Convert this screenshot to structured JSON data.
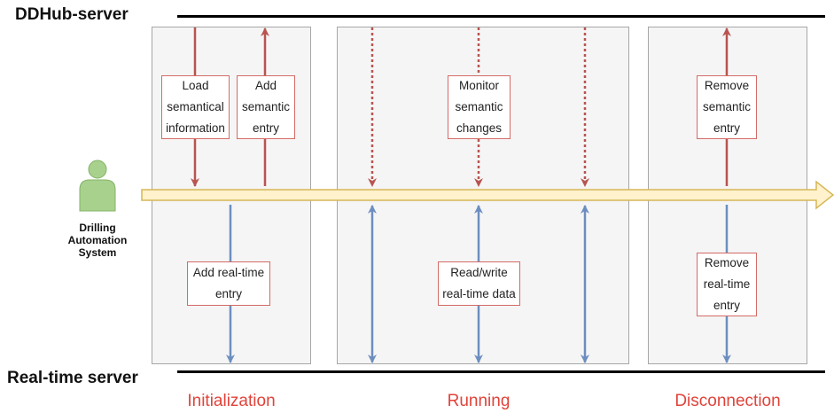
{
  "servers": {
    "top": "DDHub-server",
    "bottom": "Real-time server"
  },
  "actor": {
    "label": "Drilling\nAutomation\nSystem",
    "icon": "user-icon"
  },
  "phases": [
    {
      "label": "Initialization"
    },
    {
      "label": "Running"
    },
    {
      "label": "Disconnection"
    }
  ],
  "operations": {
    "load_semantic": "Load\nsemantical\ninformation",
    "add_semantic": "Add\nsemantic\nentry",
    "monitor_semantic": "Monitor\nsemantic\nchanges",
    "remove_semantic": "Remove\nsemantic\nentry",
    "add_realtime": "Add real-time\nentry",
    "readwrite_realtime": "Read/write\nreal-time data",
    "remove_realtime": "Remove\nreal-time\nentry"
  },
  "colors": {
    "semantic_arrow": "#b85450",
    "realtime_arrow": "#6c8ebf",
    "timeline_fill": "#fff2cc",
    "timeline_stroke": "#d6b656",
    "actor_fill": "#a9d18e",
    "phase_label": "#e0433a"
  }
}
